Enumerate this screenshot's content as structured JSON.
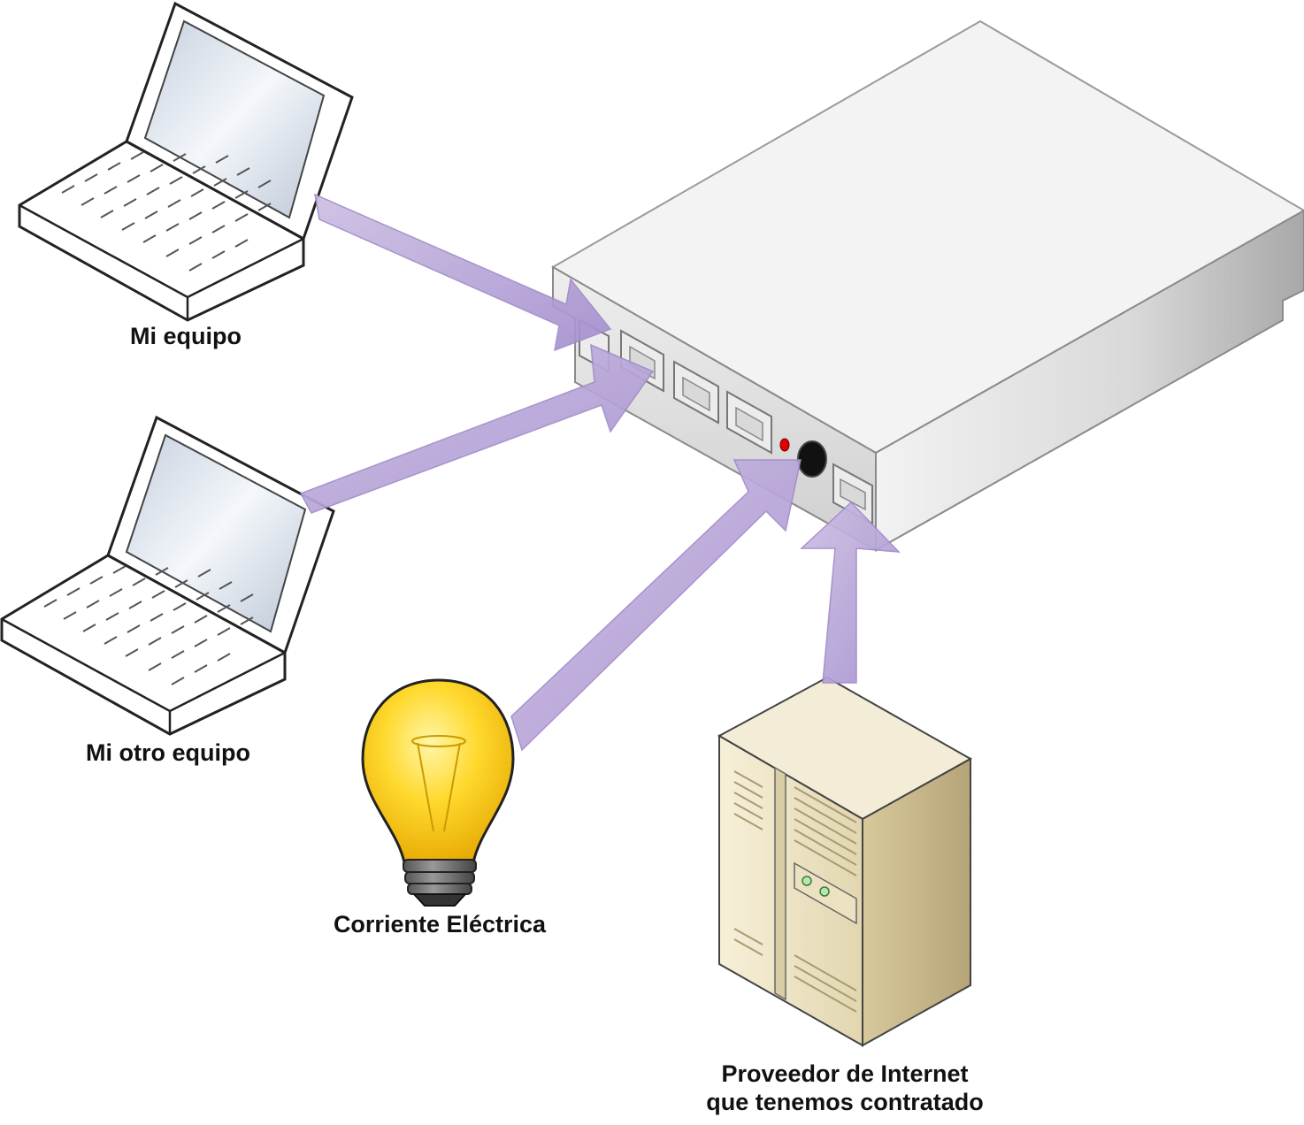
{
  "labels": {
    "laptop1": "Mi equipo",
    "laptop2": "Mi otro equipo",
    "bulb": "Corriente Eléctrica",
    "isp_line1": "Proveedor de Internet",
    "isp_line2": "que tenemos contratado"
  },
  "colors": {
    "arrow": "#b9a5d6",
    "arrow_edge": "#9a80c4",
    "router_top": "#f2f2f2",
    "router_side": "#d4d4d4",
    "bulb_glass": "#ffd21f",
    "server_body": "#efe5c8"
  },
  "icons": [
    "laptop-icon",
    "laptop-icon",
    "router-icon",
    "light-bulb-icon",
    "server-icon"
  ]
}
